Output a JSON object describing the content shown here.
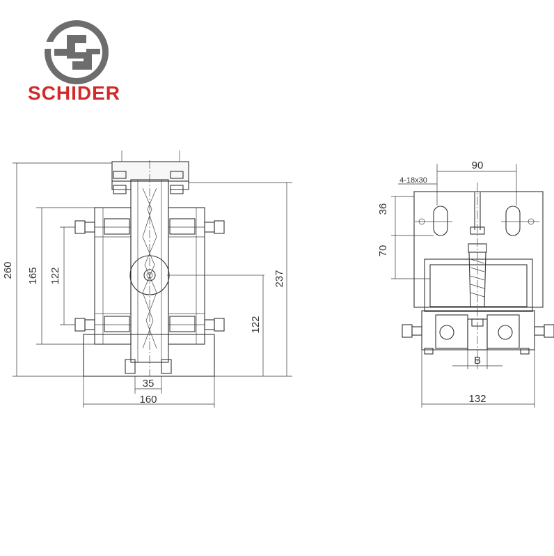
{
  "brand": {
    "name": "SCHIDER",
    "color": "#d22a2a"
  },
  "dimensions": {
    "front": {
      "height_total": "260",
      "height_right": "237",
      "height_bolt_span": "165",
      "height_inner_bolts": "122",
      "height_center": "122",
      "width_center": "35",
      "width_base": "160"
    },
    "side": {
      "width_top": "90",
      "hole_spec": "4-18x30",
      "height_36": "36",
      "height_70": "70",
      "gap_b": "B",
      "width_base": "132"
    }
  }
}
